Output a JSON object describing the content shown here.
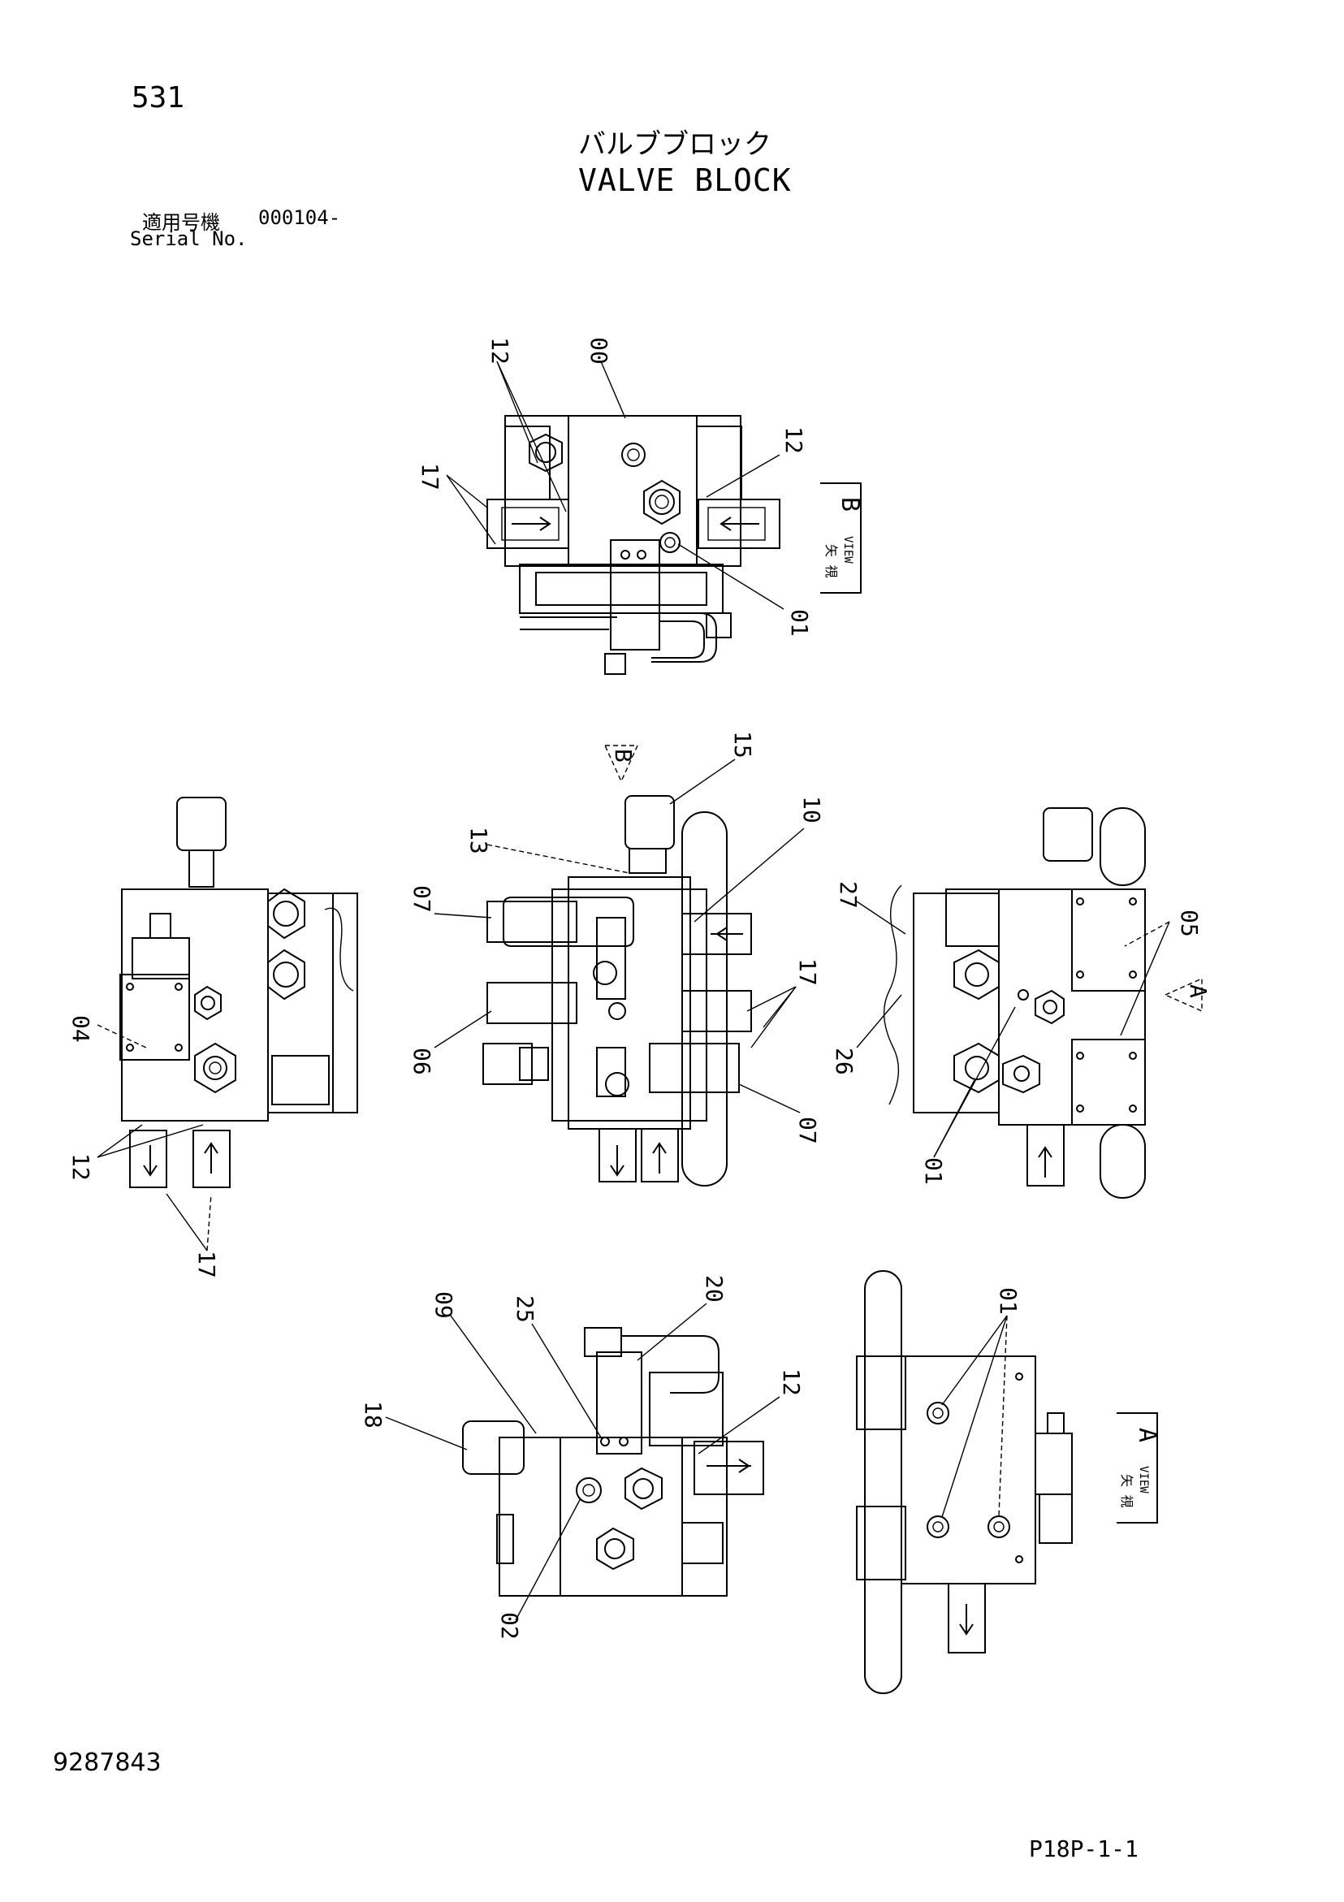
{
  "header": {
    "page_number": "531",
    "title_jp": "バルブブロック",
    "title_en": "VALVE BLOCK",
    "serial_label_jp": "適用号機",
    "serial_value": "000104-",
    "serial_label_en": "Serial No."
  },
  "views": {
    "view_b_label": "B",
    "view_a_label": "A",
    "view_text_jp": "矢 視",
    "view_text_en": "VIEW"
  },
  "callouts": {
    "top": [
      "12",
      "00",
      "17",
      "12",
      "01"
    ],
    "middle_center": [
      "15",
      "13",
      "10",
      "07",
      "17",
      "06",
      "07"
    ],
    "middle_left": [
      "04",
      "12",
      "17"
    ],
    "middle_right": [
      "27",
      "05",
      "26",
      "01"
    ],
    "bottom_left": [
      "09",
      "25",
      "20",
      "18",
      "12",
      "02"
    ],
    "bottom_right": [
      "01"
    ]
  },
  "footer": {
    "drawing_number": "9287843",
    "page_code": "P18P-1-1"
  }
}
